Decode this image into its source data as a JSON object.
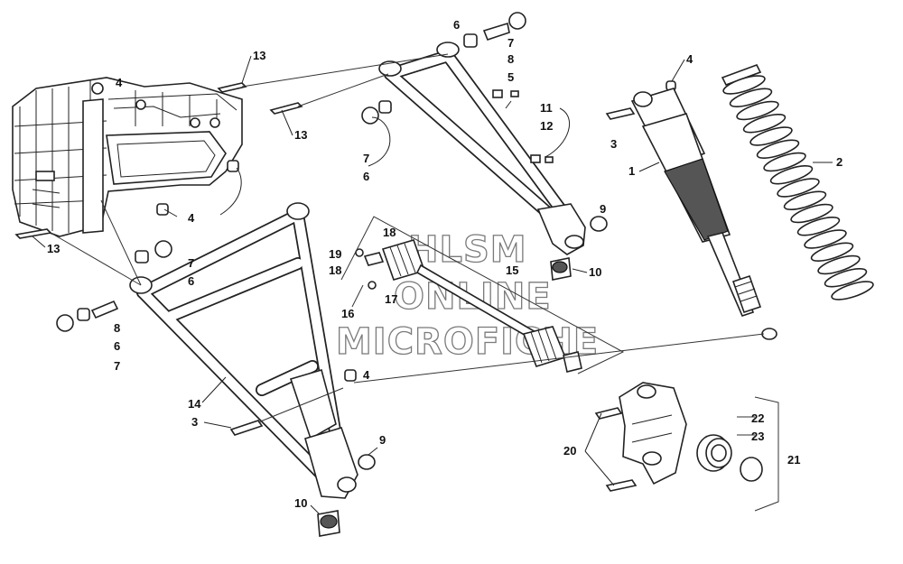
{
  "watermark": {
    "line1": "HLSM",
    "line2": "ONLINE",
    "line3": "MICROFICHE"
  },
  "callouts": {
    "c13a": "13",
    "c13b": "13",
    "c13c": "13",
    "c4a": "4",
    "c4b": "4",
    "c4c": "4",
    "c4d": "4",
    "c6a": "6",
    "c7a": "7",
    "c8a": "8",
    "c5": "5",
    "c11": "11",
    "c12": "12",
    "c7b": "7",
    "c6b": "6",
    "c3a": "3",
    "c1": "1",
    "c2": "2",
    "c9a": "9",
    "c10a": "10",
    "c18a": "18",
    "c19": "19",
    "c18b": "18",
    "c15": "15",
    "c17": "17",
    "c16": "16",
    "c7c": "7",
    "c6c": "6",
    "c8b": "8",
    "c6d": "6",
    "c7d": "7",
    "c14": "14",
    "c3b": "3",
    "c9b": "9",
    "c10b": "10",
    "c20": "20",
    "c22": "22",
    "c23": "23",
    "c21": "21"
  }
}
